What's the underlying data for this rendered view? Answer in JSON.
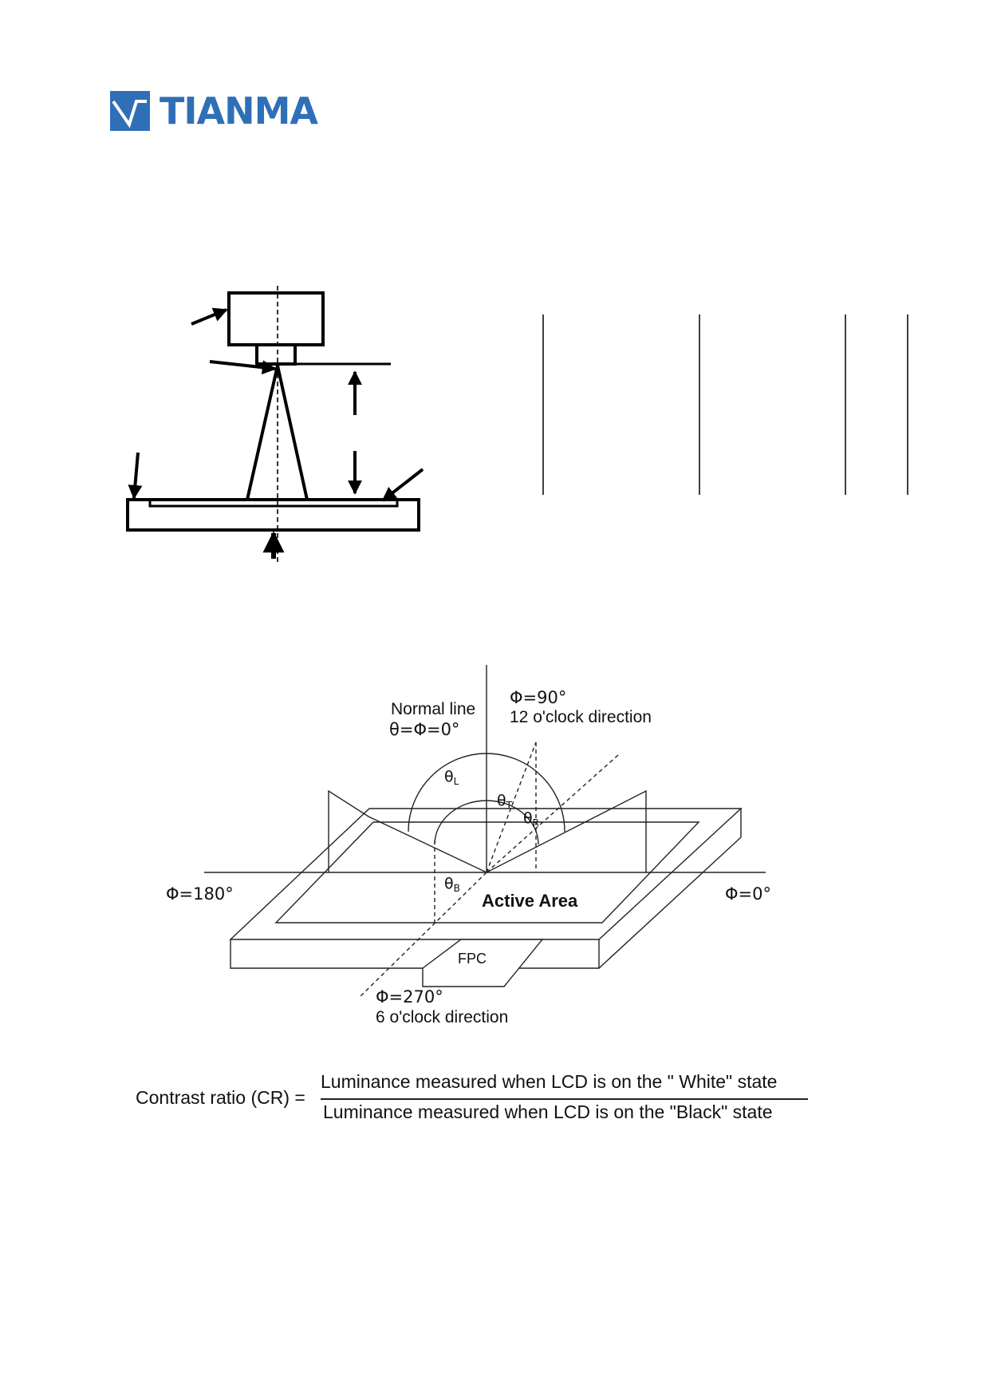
{
  "header": {
    "brand_name": "TIANMA",
    "brand_color": "#2f6fb8"
  },
  "viewing_angle_figure": {
    "normal_line": "Normal line",
    "normal_angles": "θ=Φ=0°",
    "phi_90": "Φ=90°",
    "twelve_oclock": "12 o'clock direction",
    "theta_l": "θ",
    "theta_l_sub": "L",
    "theta_t": "θ",
    "theta_t_sub": "T",
    "theta_r": "θ",
    "theta_r_sub": "R",
    "theta_b": "θ",
    "theta_b_sub": "B",
    "phi_180": "Φ=180°",
    "phi_0": "Φ=0°",
    "active_area": "Active Area",
    "fpc": "FPC",
    "phi_270": "Φ=270°",
    "six_oclock": "6 o'clock direction"
  },
  "contrast_ratio": {
    "label": "Contrast ratio (CR) =",
    "numerator": "Luminance measured when LCD is on the \" White\" state",
    "denominator": "Luminance measured when LCD is on the \"Black\" state"
  }
}
